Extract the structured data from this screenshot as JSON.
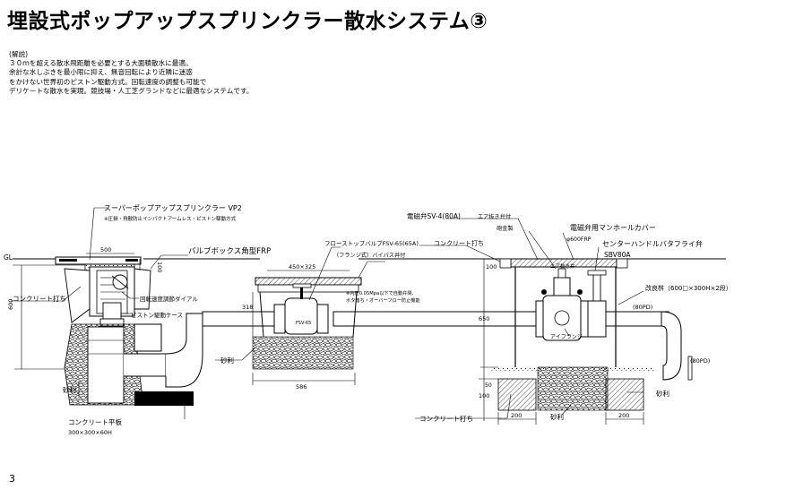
{
  "title": "埋設式ポップアップスプリンクラー散水システム③",
  "description": {
    "heading": "(解説)",
    "lines": [
      "３０ｍを超える散水飛距離を必要とする大面積散水に最適。",
      "余計な水しぶきを最小限に抑え、無音回転により近隣に迷惑",
      "をかけない世界初のピストン駆動方式。回転速度の調整も可能で",
      "デリケートな散水を実現。競技場・人工芝グランドなどに最適なシステムです。"
    ]
  },
  "labels": {
    "sprinkler_name": "スーパーポップアップスプリンクラー VP2",
    "sprinkler_note": "※圧損・飛散防止インパクトアームレス・ピストン駆動方式",
    "valve_box": "バルブボックス角型FRP",
    "flow_stop": "フローストップバルブFSV-65(65A)",
    "flange_bypass": "（フランジ式）バイパス井付",
    "solenoid": "電磁弁SV-4(80A)",
    "air_vent": "エア抜き弁付",
    "bronze": "砲金製",
    "manhole_cover": "電磁弁用マンホールカバー",
    "manhole_size": "φ600FRP",
    "butterfly": "センターハンドルバタフライ弁",
    "butterfly_model": "SBV80A",
    "concrete_pour": "コンクリート打ち",
    "concrete_pour_left": "コンクリート打ち",
    "concrete_pour_bottom": "コンクリート打ち",
    "gl": "GL",
    "speed_dial": "回転速度調節ダイアル",
    "piston_case": "ピストン駆動ケース",
    "gravel1": "砂利",
    "gravel2": "砂利",
    "gravel3": "砂利",
    "gravel4": "砂利",
    "concrete_plate": "コンクリート平板",
    "concrete_plate_size": "300×300×60H",
    "note_line1": "※内圧0.05Mpa以下で自動弁閉、",
    "note_line2": "ボタ落ち・オーバーフロー防止機能",
    "air_vent_valve": "エア抜き弁",
    "a_flange": "アイフランジ",
    "reform_basin": "改良桝（600□×300H×2段）",
    "pd80_1": "(80PD)",
    "pd80_2": "(80PD)",
    "fsv_tag": "FSV-65"
  },
  "dimensions": {
    "d500": "500",
    "d100_left": "100",
    "d600": "600",
    "d450x325": "450×325",
    "d318": "318",
    "d586": "586",
    "d100_right": "100",
    "d650": "650",
    "d50": "50",
    "d100_bottom": "100",
    "d200_left": "200",
    "d200_right": "200"
  },
  "page_number": "3"
}
